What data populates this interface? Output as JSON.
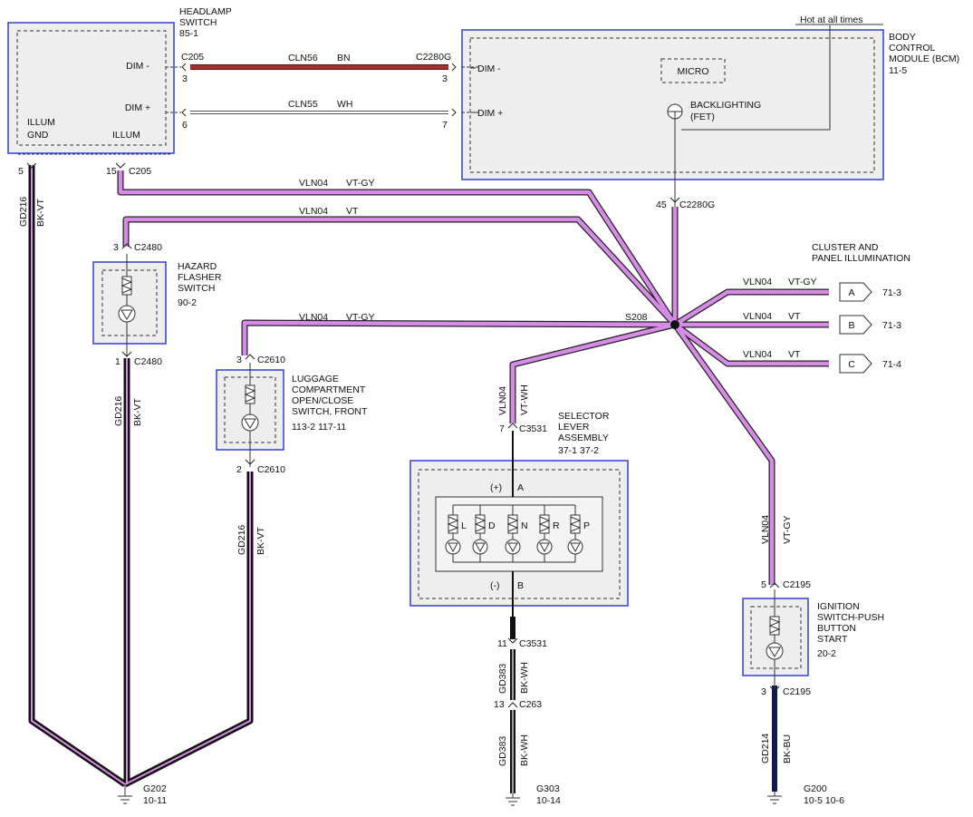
{
  "components": {
    "headlamp_switch": {
      "name": "HEADLAMP\nSWITCH",
      "ref": "85-1",
      "pins": {
        "dim_minus": "DIM -",
        "dim_plus": "DIM +",
        "illum_gnd": "ILLUM\nGND",
        "illum": "ILLUM"
      }
    },
    "bcm": {
      "name": "BODY\nCONTROL\nMODULE (BCM)",
      "ref": "11-5",
      "hot_note": "Hot at all times",
      "micro": "MICRO",
      "backlighting": "BACKLIGHTING\n(FET)",
      "dim_minus": "DIM -",
      "dim_plus": "DIM +"
    },
    "hazard": {
      "name": "HAZARD\nFLASHER\nSWITCH",
      "ref": "90-2"
    },
    "luggage": {
      "name": "LUGGAGE\nCOMPARTMENT\nOPEN/CLOSE\nSWITCH, FRONT",
      "ref": "113-2   117-11"
    },
    "selector": {
      "name": "SELECTOR\nLEVER\nASSEMBLY",
      "ref": "37-1   37-2",
      "plus": "(+)",
      "a": "A",
      "minus": "(-)",
      "b": "B",
      "gears": [
        "L",
        "D",
        "N",
        "R",
        "P"
      ]
    },
    "ignition": {
      "name": "IGNITION\nSWITCH-PUSH\nBUTTON\nSTART",
      "ref": "20-2"
    },
    "cluster": {
      "name": "CLUSTER AND\nPANEL ILLUMINATION"
    }
  },
  "connectors": {
    "c205_top": "C205",
    "c205_pin3": "3",
    "c205_pin6": "6",
    "c2280g_top": "C2280G",
    "c2280g_pin3": "3",
    "c2280g_pin7": "7",
    "c205_pin5": "5",
    "c205_pin15": "15",
    "c205_b": "C205",
    "c2280g_pin45": "45",
    "c2280g_b": "C2280G",
    "c2480_pin3": "3",
    "c2480_a": "C2480",
    "c2480_pin1": "1",
    "c2480_b": "C2480",
    "c2610_pin3": "3",
    "c2610_a": "C2610",
    "c2610_pin2": "2",
    "c2610_b": "C2610",
    "c3531_pin7": "7",
    "c3531_a": "C3531",
    "c3531_pin11": "11",
    "c3531_b": "C3531",
    "c263_pin13": "13",
    "c263": "C263",
    "c2195_pin5": "5",
    "c2195_a": "C2195",
    "c2195_pin3": "3",
    "c2195_b": "C2195",
    "splice": "S208"
  },
  "wires": {
    "cln56": "CLN56",
    "bn": "BN",
    "cln55": "CLN55",
    "wh": "WH",
    "vln04": "VLN04",
    "vt_gy": "VT-GY",
    "vt": "VT",
    "vt_wh": "VT-WH",
    "gd216": "GD216",
    "bk_vt": "BK-VT",
    "gd383": "GD383",
    "bk_wh": "BK-WH",
    "gd214": "GD214",
    "bk_bu": "BK-BU"
  },
  "offpage": [
    {
      "letter": "A",
      "ref": "71-3",
      "circuit": "VLN04",
      "color": "VT-GY"
    },
    {
      "letter": "B",
      "ref": "71-3",
      "circuit": "VLN04",
      "color": "VT"
    },
    {
      "letter": "C",
      "ref": "71-4",
      "circuit": "VLN04",
      "color": "VT"
    }
  ],
  "grounds": {
    "g202": "G202",
    "g202_ref": "10-11",
    "g303": "G303",
    "g303_ref": "10-14",
    "g200": "G200",
    "g200_ref": "10-5   10-6"
  },
  "colors": {
    "violet": "#d68ce6",
    "brown": "#a33030",
    "black": "#111111",
    "navy": "#101a55",
    "box": "#3340c8",
    "fill": "#eeeeee"
  }
}
